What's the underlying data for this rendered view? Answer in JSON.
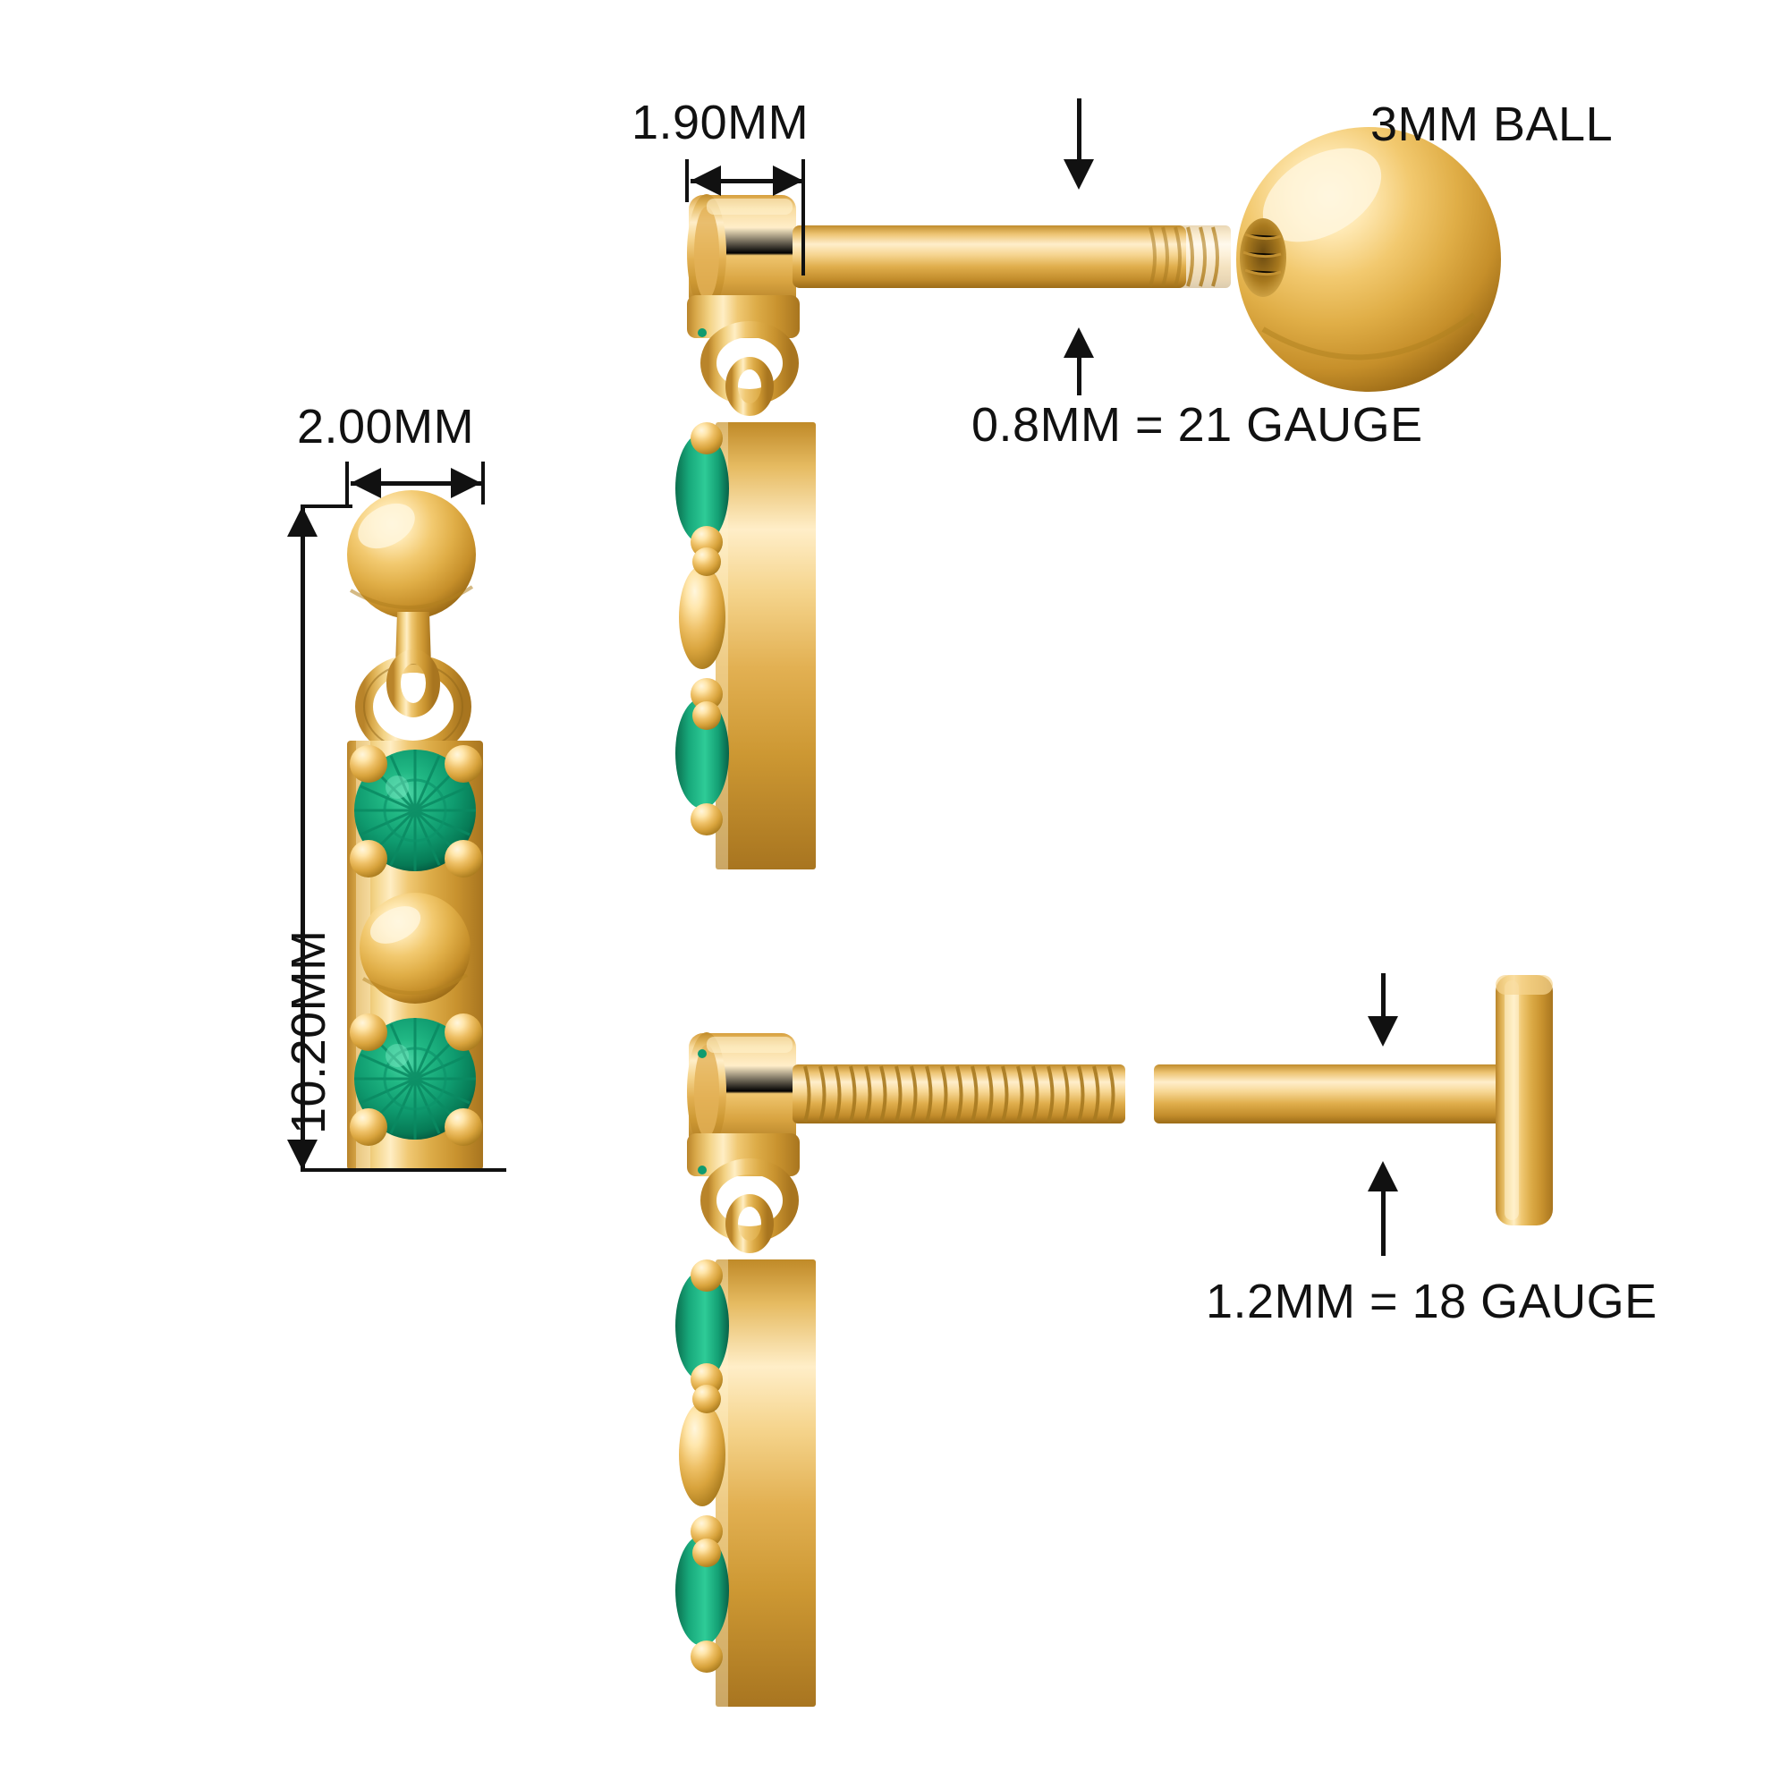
{
  "document": {
    "kind": "jewelry-technical-specification",
    "background_color": "#ffffff",
    "product": "Emerald Bar Drop Piercing Earring"
  },
  "colors": {
    "gold_light": "#ffeec4",
    "gold_mid": "#e6b955",
    "gold_dark": "#b9842a",
    "gold_shadow": "#8f6518",
    "emerald_light": "#2fbf90",
    "emerald_mid": "#13a172",
    "emerald_dark": "#046b4a",
    "line": "#111111",
    "text": "#111111"
  },
  "labels": {
    "width_front": "2.00MM",
    "height_front": "10.20MM",
    "width_side": "1.90MM",
    "ball_size": "3MM BALL",
    "gauge_thin": "0.8MM = 21 GAUGE",
    "gauge_thick": "1.2MM = 18 GAUGE"
  },
  "views": [
    {
      "id": "front-view",
      "name": "Front view of emerald bar drop pendant",
      "width_label": "2.00MM",
      "height_label": "10.20MM",
      "components": [
        "gold-ball-top",
        "jump-ring",
        "gem-bar"
      ],
      "gem_count": 2,
      "bead_count": 1
    },
    {
      "id": "barbell-assembly",
      "name": "Threaded barbell with 3MM ball",
      "width_label": "1.90MM",
      "ball_label": "3MM BALL",
      "gauge_label": "0.8MM = 21 GAUGE",
      "post_type": "externally threaded straight barbell",
      "back_type": "screw-on ball"
    },
    {
      "id": "labret-assembly",
      "name": "Threaded labret with flat disc back",
      "gauge_label": "1.2MM = 18 GAUGE",
      "post_type": "fully threaded labret post",
      "back_type": "flat disc"
    }
  ],
  "gems": {
    "cut": "round brilliant",
    "stone": "emerald",
    "setting": "four-prong",
    "color_hex": "#13a172"
  },
  "specifications": [
    {
      "property": "Pendant width",
      "value": "2.00MM"
    },
    {
      "property": "Pendant height",
      "value": "10.20MM"
    },
    {
      "property": "Pendant depth",
      "value": "1.90MM"
    },
    {
      "property": "Ball diameter",
      "value": "3MM BALL"
    },
    {
      "property": "Barbell gauge",
      "value": "0.8MM = 21 GAUGE"
    },
    {
      "property": "Labret gauge",
      "value": "1.2MM = 18 GAUGE"
    }
  ]
}
